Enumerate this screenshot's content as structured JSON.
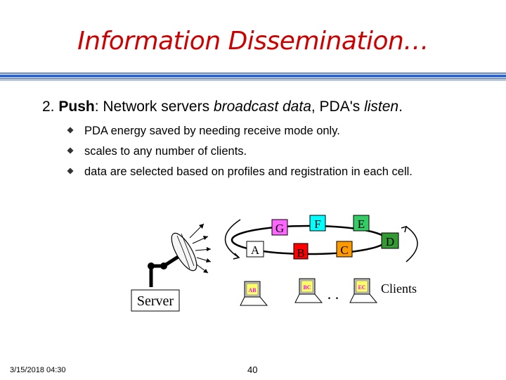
{
  "title": "Information Dissemination…",
  "point": {
    "number": "2.",
    "keyword": "Push",
    "colon": ":",
    "text1": "Network servers",
    "italic1": "broadcast data",
    "text2": ", PDA's",
    "italic2": "listen",
    "end": "."
  },
  "bullets": [
    "PDA energy saved by needing receive mode only.",
    "scales to any number of clients.",
    "data are selected based on profiles and registration in each cell."
  ],
  "diagram": {
    "server_label": "Server",
    "clients_label": "Clients",
    "ellipsis": ". .",
    "cells": [
      {
        "label": "G",
        "color": "#ff66ff"
      },
      {
        "label": "F",
        "color": "#00ffff"
      },
      {
        "label": "E",
        "color": "#33cc66"
      },
      {
        "label": "A",
        "color": "#ffffff"
      },
      {
        "label": "B",
        "color": "#ff0000"
      },
      {
        "label": "C",
        "color": "#ff9900"
      },
      {
        "label": "D",
        "color": "#339933"
      }
    ],
    "laptop_screens": [
      "AB",
      "BC",
      "EC"
    ]
  },
  "footer": {
    "date": "3/15/2018  04:30",
    "page": "40"
  },
  "colors": {
    "title": "#cc0000",
    "rule": "#3366cc"
  }
}
